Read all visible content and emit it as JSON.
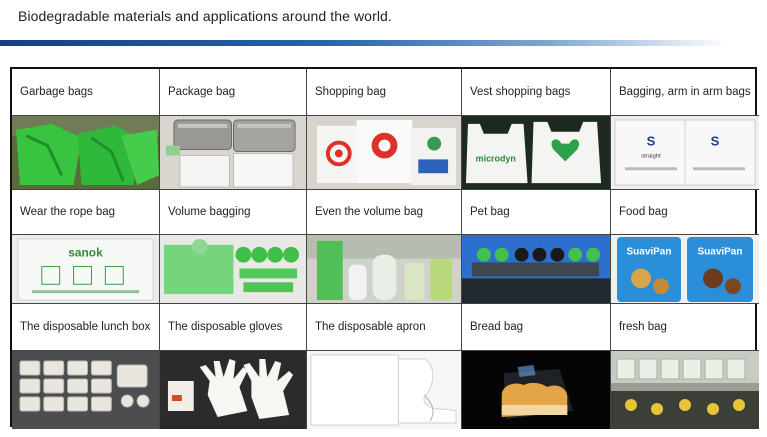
{
  "page": {
    "title": "Biodegradable materials and applications around the world."
  },
  "rows": [
    {
      "labels": [
        "Garbage bags",
        "Package bag",
        "Shopping bag",
        "Vest shopping bags",
        "Bagging, arm in arm bags"
      ],
      "images": [
        {
          "name": "garbage-bags-photo",
          "text": ""
        },
        {
          "name": "package-bag-photo",
          "text": ""
        },
        {
          "name": "shopping-bag-photo",
          "text": ""
        },
        {
          "name": "vest-shopping-bags-photo",
          "text": "microdyn"
        },
        {
          "name": "arm-in-arm-bags-photo",
          "text": "straight"
        }
      ]
    },
    {
      "labels": [
        "Wear the rope bag",
        "Volume bagging",
        "Even the volume bag",
        "Pet bag",
        "Food bag"
      ],
      "images": [
        {
          "name": "rope-bag-photo",
          "text": "sanok"
        },
        {
          "name": "volume-bagging-photo",
          "text": ""
        },
        {
          "name": "volume-bag-photo",
          "text": ""
        },
        {
          "name": "pet-bag-photo",
          "text": ""
        },
        {
          "name": "food-bag-photo",
          "text": "SuaviPan"
        }
      ]
    },
    {
      "labels": [
        "The disposable lunch box",
        "The disposable gloves",
        "The disposable apron",
        "Bread bag",
        "fresh bag"
      ],
      "images": [
        {
          "name": "lunch-box-photo",
          "text": ""
        },
        {
          "name": "gloves-photo",
          "text": ""
        },
        {
          "name": "apron-photo",
          "text": ""
        },
        {
          "name": "bread-bag-photo",
          "text": ""
        },
        {
          "name": "fresh-bag-photo",
          "text": ""
        }
      ]
    }
  ],
  "colors": {
    "title_bar": "#17407f",
    "bio_green": "#3fc245",
    "grid_border": "#111111"
  }
}
